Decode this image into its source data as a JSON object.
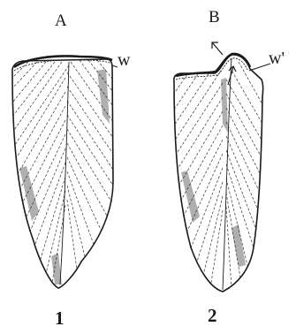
{
  "figure": {
    "panel_a": {
      "letter": "A",
      "wall_label": "w",
      "number": "1"
    },
    "panel_b": {
      "letter": "B",
      "wall_label": "w'",
      "number": "2"
    },
    "colors": {
      "ink": "#1a1a1a",
      "paper": "#ffffff"
    }
  }
}
